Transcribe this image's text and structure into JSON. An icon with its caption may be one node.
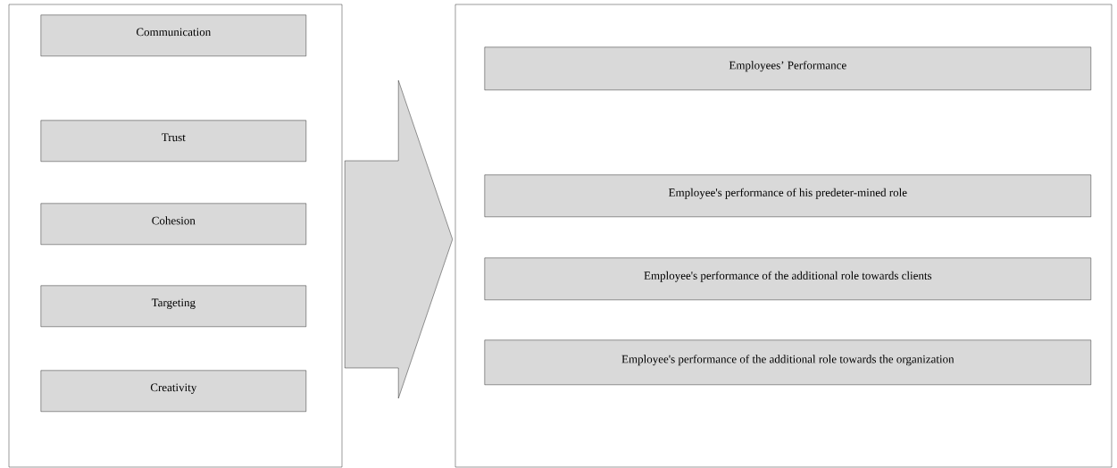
{
  "diagram": {
    "nodes": [
      {
        "text": [],
        "shape": "box"
      },
      {
        "text": [
          "Communication"
        ],
        "in": 0
      },
      {
        "text": [
          "Trust"
        ],
        "in": 0
      },
      {
        "text": [
          "Cohesion"
        ],
        "in": 0
      },
      {
        "text": [
          "Targeting"
        ],
        "in": 0
      },
      {
        "text": [
          "Creativity"
        ],
        "in": 0
      },
      {
        "text": [],
        "shape": "box"
      },
      {
        "text": [
          "Employees’ Performance"
        ],
        "in": 6
      },
      {
        "text": [
          "Employee's performance of his predeter-mined role"
        ],
        "in": 6
      },
      {
        "text": [
          "Employee's performance of the additional role towards clients"
        ],
        "in": 6
      },
      {
        "text": [
          "Employee's performance of the additional role towards the organization"
        ],
        "in": 6
      }
    ],
    "edges": [
      {
        "from": 0,
        "to": 6,
        "arrow": "to"
      }
    ]
  }
}
